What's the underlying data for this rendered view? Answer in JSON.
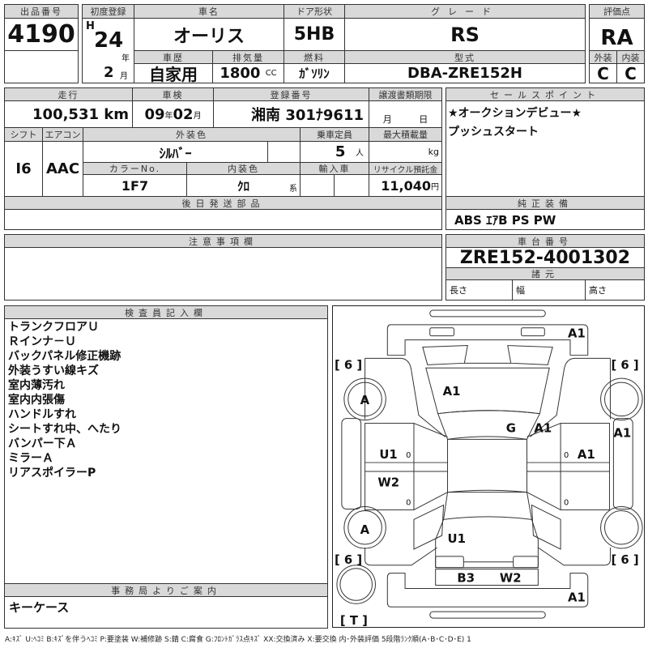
{
  "lot": {
    "label": "出品番号",
    "value": "4190"
  },
  "first_reg": {
    "label": "初度登録",
    "era": "H",
    "year": "24",
    "year_unit": "年",
    "month": "2",
    "month_unit": "月"
  },
  "car_name": {
    "label": "車名",
    "value": "オーリス"
  },
  "door": {
    "label": "ドア形状",
    "value": "5HB"
  },
  "grade": {
    "label": "グレード",
    "value": "RS"
  },
  "score": {
    "label": "評価点",
    "value": "RA",
    "ext_label": "外装",
    "int_label": "内装",
    "ext": "C",
    "int": "C"
  },
  "history": {
    "label": "車歴",
    "value": "自家用"
  },
  "displacement": {
    "label": "排気量",
    "value": "1800",
    "unit": "CC"
  },
  "fuel": {
    "label": "燃料",
    "value": "ｶﾞｿﾘﾝ"
  },
  "model": {
    "label": "型式",
    "value": "DBA-ZRE152H"
  },
  "mileage": {
    "label": "走行",
    "value": "100,531 km"
  },
  "inspection": {
    "label": "車検",
    "year": "09",
    "year_unit": "年",
    "month": "02",
    "month_unit": "月"
  },
  "plate": {
    "label": "登録番号",
    "value": "湘南 301ﾅ9611"
  },
  "transfer": {
    "label": "譲渡書類期限",
    "month_unit": "月",
    "day_unit": "日"
  },
  "shift": {
    "label": "シフト",
    "value": "I6"
  },
  "ac": {
    "label": "エアコン",
    "value": "AAC"
  },
  "ext_color": {
    "label": "外装色",
    "value": "ｼﾙﾊﾞｰ"
  },
  "capacity": {
    "label": "乗車定員",
    "value": "5",
    "unit": "人"
  },
  "max_load": {
    "label": "最大積載量",
    "unit": "kg"
  },
  "color_no": {
    "label": "カラーNo.",
    "value": "1F7"
  },
  "int_color": {
    "label": "内装色",
    "value": "ｸﾛ",
    "unit": "系"
  },
  "import": {
    "label": "輸入車"
  },
  "recycle": {
    "label": "リサイクル預託金",
    "value": "11,040",
    "unit": "円"
  },
  "later_parts": {
    "label": "後日発送部品"
  },
  "sales_points": {
    "label": "セールスポイント",
    "lines": [
      "★オークションデビュー★",
      "プッシュスタート"
    ]
  },
  "equipment": {
    "label": "純正装備",
    "value": "ABS ｴｱB PS PW"
  },
  "notes": {
    "label": "注意事項欄"
  },
  "chassis": {
    "label": "車台番号",
    "value": "ZRE152-4001302"
  },
  "specs": {
    "label": "諸元",
    "length": "長さ",
    "width": "幅",
    "height": "高さ"
  },
  "inspector": {
    "label": "検査員記入欄",
    "lines": [
      "トランクフロアＵ",
      "Ｒインナ－Ｕ",
      "バックパネル修正機跡",
      "外装うすい線キズ",
      "室内薄汚れ",
      "室内内張傷",
      "ハンドルすれ",
      "シートすれ中、へたり",
      "バンパー下Ａ",
      "ミラーＡ",
      "リアスポイラーP"
    ]
  },
  "office": {
    "label": "事務局よりご案内",
    "value": "キーケース"
  },
  "diagram": {
    "marks": [
      "A1",
      "[ 6 ]",
      "[ 6 ]",
      "A",
      "A1",
      "G",
      "A1",
      "A1",
      "U1",
      "A1",
      "W2",
      "A",
      "U1",
      "[ 6 ]",
      "[ 6 ]",
      "B3",
      "W2",
      "A1",
      "[ T ]"
    ],
    "zeros": [
      "0",
      "0",
      "0",
      "0"
    ]
  },
  "legend": "A:ｷｽﾞ U:ﾍｺﾐ B:ｷｽﾞを伴うﾍｺﾐ P:要塗装 W:補修跡 S:錆 C:腐食 G:ﾌﾛﾝﾄｶﾞﾗｽ点ｷｽﾞ XX:交換済み X:要交換 内･外装評価 5段階ﾗﾝｸ順(A･B･C･D･E) 1"
}
